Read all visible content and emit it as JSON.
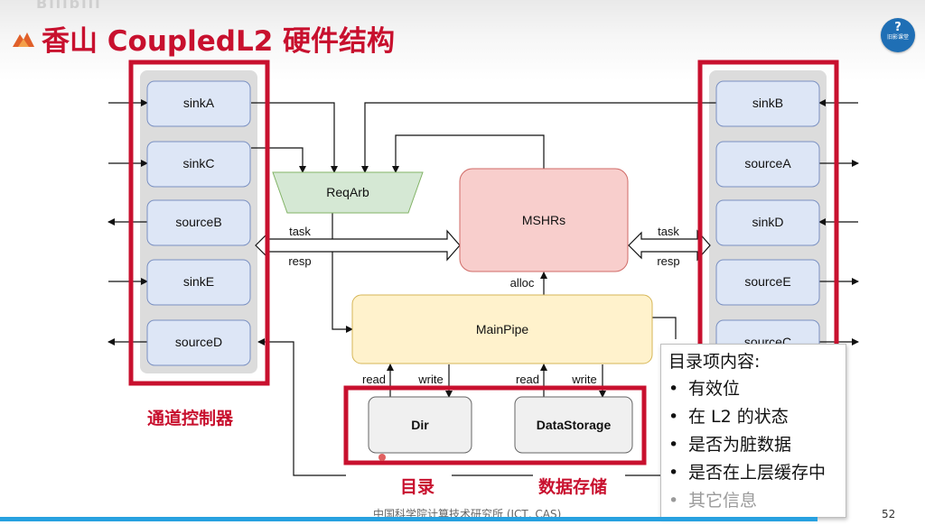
{
  "title": "香山 CoupledL2 硬件结构",
  "watermark": "Bilibili",
  "badge": {
    "symbol": "?",
    "text": "旧影课堂"
  },
  "colors": {
    "accent_red": "#c8102e",
    "node_blue": "#dde6f6",
    "node_green": "#d5e8d4",
    "node_pink": "#f8cecc",
    "node_yellow": "#fff2cc",
    "node_gray": "#f0f0f0",
    "footer_blue": "#27a1e0"
  },
  "diagram": {
    "left_channels": [
      "sinkA",
      "sinkC",
      "sourceB",
      "sinkE",
      "sourceD"
    ],
    "right_channels": [
      "sinkB",
      "sourceA",
      "sinkD",
      "sourceE",
      "sourceC"
    ],
    "reqarb": "ReqArb",
    "mshrs": "MSHRs",
    "mainpipe": "MainPipe",
    "dir": "Dir",
    "datastorage": "DataStorage",
    "labels": {
      "task_left": "task",
      "resp_left": "resp",
      "task_right": "task",
      "resp_right": "resp",
      "alloc": "alloc",
      "read_dir": "read",
      "write_dir": "write",
      "read_ds": "read",
      "write_ds": "write"
    }
  },
  "section_labels": {
    "channel_controller": "通道控制器",
    "directory": "目录",
    "data_storage": "数据存储"
  },
  "popup": {
    "title": "目录项内容:",
    "items": [
      "有效位",
      "在 L2 的状态",
      "是否为脏数据",
      "是否在上层缓存中",
      "其它信息"
    ],
    "bullet": "•"
  },
  "footer": {
    "institute": "中国科学院计算技术研究所 (ICT, CAS)",
    "page": "52"
  }
}
